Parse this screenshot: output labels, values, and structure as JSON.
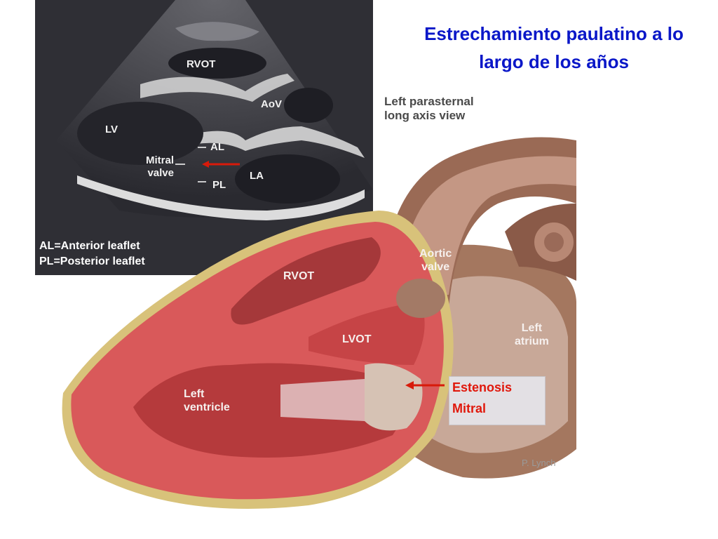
{
  "title": {
    "line1": "Estrechamiento paulatino a lo",
    "line2": "largo de los años"
  },
  "echo": {
    "labels": {
      "rvot": "RVOT",
      "aov": "AoV",
      "lv": "LV",
      "al": "AL",
      "mitral_line1": "Mitral",
      "mitral_line2": "valve",
      "la": "LA",
      "pl": "PL"
    },
    "legend": {
      "line1": "AL=Anterior leaflet",
      "line2": "PL=Posterior leaflet"
    }
  },
  "diagram": {
    "view_caption": {
      "line1": "Left parasternal",
      "line2": "long axis view"
    },
    "labels": {
      "rvot": "RVOT",
      "aortic_line1": "Aortic",
      "aortic_line2": "valve",
      "lvot": "LVOT",
      "atrium_line1": "Left",
      "atrium_line2": "atrium",
      "ventricle_line1": "Left",
      "ventricle_line2": "ventricle"
    },
    "artist": "P. Lynch"
  },
  "callout": {
    "line1": "Estenosis",
    "line2": "Mitral"
  },
  "colors": {
    "title": "#0a17c8",
    "callout_text": "#e0180c",
    "arrow": "#d81a0a",
    "myocardium": "#d9595a",
    "aorta": "#a8755e"
  }
}
